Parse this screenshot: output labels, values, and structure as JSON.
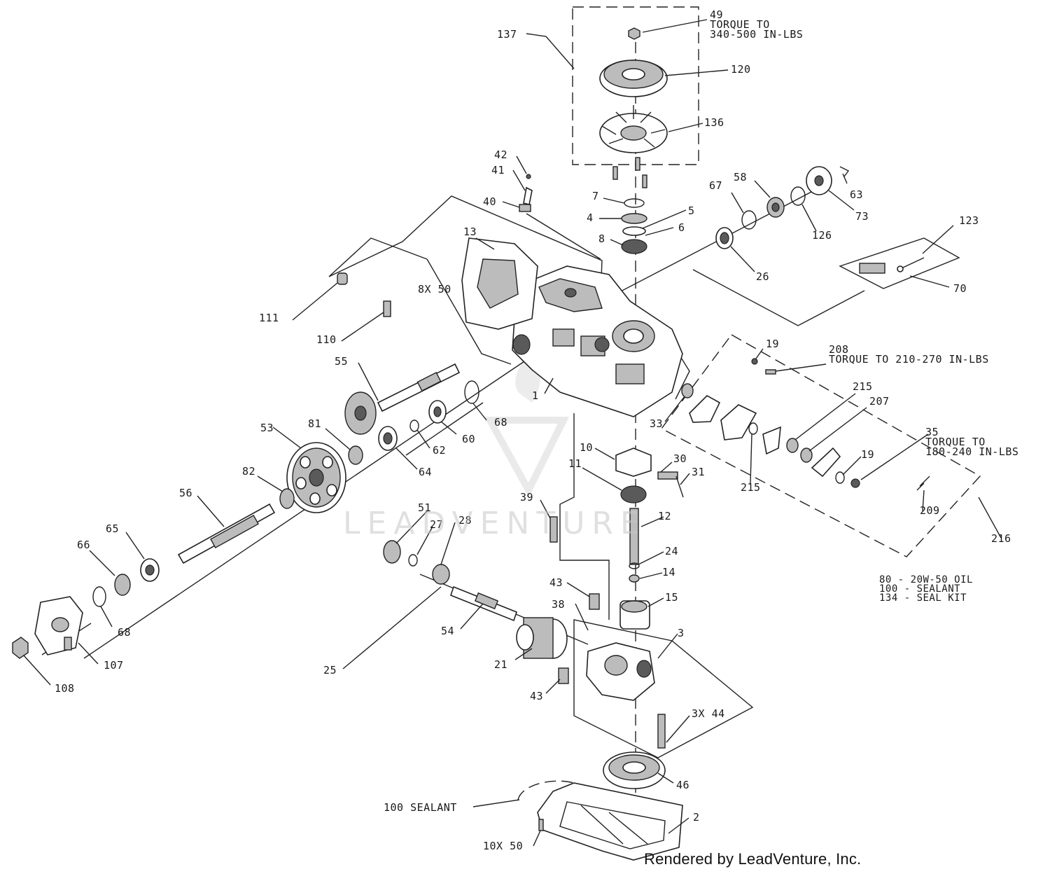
{
  "watermark": {
    "text": "LEADVENTURE"
  },
  "credit": "Rendered by LeadVenture, Inc.",
  "notes": [
    "80 - 20W-50 OIL",
    "100 - SEALANT",
    "134 - SEAL KIT"
  ],
  "callouts": [
    {
      "id": "49",
      "lines": [
        "49",
        "TORQUE TO",
        "340-500 IN-LBS"
      ]
    },
    {
      "id": "137",
      "lines": [
        "137"
      ]
    },
    {
      "id": "120",
      "lines": [
        "120"
      ]
    },
    {
      "id": "136",
      "lines": [
        "136"
      ]
    },
    {
      "id": "42",
      "lines": [
        "42"
      ]
    },
    {
      "id": "41",
      "lines": [
        "41"
      ]
    },
    {
      "id": "40",
      "lines": [
        "40"
      ]
    },
    {
      "id": "7",
      "lines": [
        "7"
      ]
    },
    {
      "id": "4",
      "lines": [
        "4"
      ]
    },
    {
      "id": "5",
      "lines": [
        "5"
      ]
    },
    {
      "id": "6",
      "lines": [
        "6"
      ]
    },
    {
      "id": "8",
      "lines": [
        "8"
      ]
    },
    {
      "id": "67",
      "lines": [
        "67"
      ]
    },
    {
      "id": "58",
      "lines": [
        "58"
      ]
    },
    {
      "id": "63",
      "lines": [
        "63"
      ]
    },
    {
      "id": "73",
      "lines": [
        "73"
      ]
    },
    {
      "id": "126",
      "lines": [
        "126"
      ]
    },
    {
      "id": "26",
      "lines": [
        "26"
      ]
    },
    {
      "id": "123",
      "lines": [
        "123"
      ]
    },
    {
      "id": "70",
      "lines": [
        "70"
      ]
    },
    {
      "id": "13",
      "lines": [
        "13"
      ]
    },
    {
      "id": "8x50",
      "lines": [
        "8X 50"
      ]
    },
    {
      "id": "111",
      "lines": [
        "111"
      ]
    },
    {
      "id": "110",
      "lines": [
        "110"
      ]
    },
    {
      "id": "55",
      "lines": [
        "55"
      ]
    },
    {
      "id": "1",
      "lines": [
        "1"
      ]
    },
    {
      "id": "19a",
      "lines": [
        "19"
      ]
    },
    {
      "id": "208",
      "lines": [
        "208",
        "TORQUE TO 210-270 IN-LBS"
      ]
    },
    {
      "id": "215a",
      "lines": [
        "215"
      ]
    },
    {
      "id": "207",
      "lines": [
        "207"
      ]
    },
    {
      "id": "33",
      "lines": [
        "33"
      ]
    },
    {
      "id": "35",
      "lines": [
        "35",
        "TORQUE TO",
        "180-240 IN-LBS"
      ]
    },
    {
      "id": "19b",
      "lines": [
        "19"
      ]
    },
    {
      "id": "215b",
      "lines": [
        "215"
      ]
    },
    {
      "id": "209",
      "lines": [
        "209"
      ]
    },
    {
      "id": "216",
      "lines": [
        "216"
      ]
    },
    {
      "id": "53",
      "lines": [
        "53"
      ]
    },
    {
      "id": "81",
      "lines": [
        "81"
      ]
    },
    {
      "id": "68a",
      "lines": [
        "68"
      ]
    },
    {
      "id": "60",
      "lines": [
        "60"
      ]
    },
    {
      "id": "62",
      "lines": [
        "62"
      ]
    },
    {
      "id": "64",
      "lines": [
        "64"
      ]
    },
    {
      "id": "10",
      "lines": [
        "10"
      ]
    },
    {
      "id": "30",
      "lines": [
        "30"
      ]
    },
    {
      "id": "31",
      "lines": [
        "31"
      ]
    },
    {
      "id": "11",
      "lines": [
        "11"
      ]
    },
    {
      "id": "82",
      "lines": [
        "82"
      ]
    },
    {
      "id": "56",
      "lines": [
        "56"
      ]
    },
    {
      "id": "39",
      "lines": [
        "39"
      ]
    },
    {
      "id": "12",
      "lines": [
        "12"
      ]
    },
    {
      "id": "51",
      "lines": [
        "51"
      ]
    },
    {
      "id": "27",
      "lines": [
        "27"
      ]
    },
    {
      "id": "28",
      "lines": [
        "28"
      ]
    },
    {
      "id": "24",
      "lines": [
        "24"
      ]
    },
    {
      "id": "14",
      "lines": [
        "14"
      ]
    },
    {
      "id": "65",
      "lines": [
        "65"
      ]
    },
    {
      "id": "66",
      "lines": [
        "66"
      ]
    },
    {
      "id": "43a",
      "lines": [
        "43"
      ]
    },
    {
      "id": "15",
      "lines": [
        "15"
      ]
    },
    {
      "id": "38",
      "lines": [
        "38"
      ]
    },
    {
      "id": "3",
      "lines": [
        "3"
      ]
    },
    {
      "id": "54",
      "lines": [
        "54"
      ]
    },
    {
      "id": "68b",
      "lines": [
        "68"
      ]
    },
    {
      "id": "107",
      "lines": [
        "107"
      ]
    },
    {
      "id": "108",
      "lines": [
        "108"
      ]
    },
    {
      "id": "25",
      "lines": [
        "25"
      ]
    },
    {
      "id": "21",
      "lines": [
        "21"
      ]
    },
    {
      "id": "43b",
      "lines": [
        "43"
      ]
    },
    {
      "id": "3x44",
      "lines": [
        "3X 44"
      ]
    },
    {
      "id": "46",
      "lines": [
        "46"
      ]
    },
    {
      "id": "100sealant",
      "lines": [
        "100 SEALANT"
      ]
    },
    {
      "id": "2",
      "lines": [
        "2"
      ]
    },
    {
      "id": "10x50",
      "lines": [
        "10X 50"
      ]
    }
  ]
}
